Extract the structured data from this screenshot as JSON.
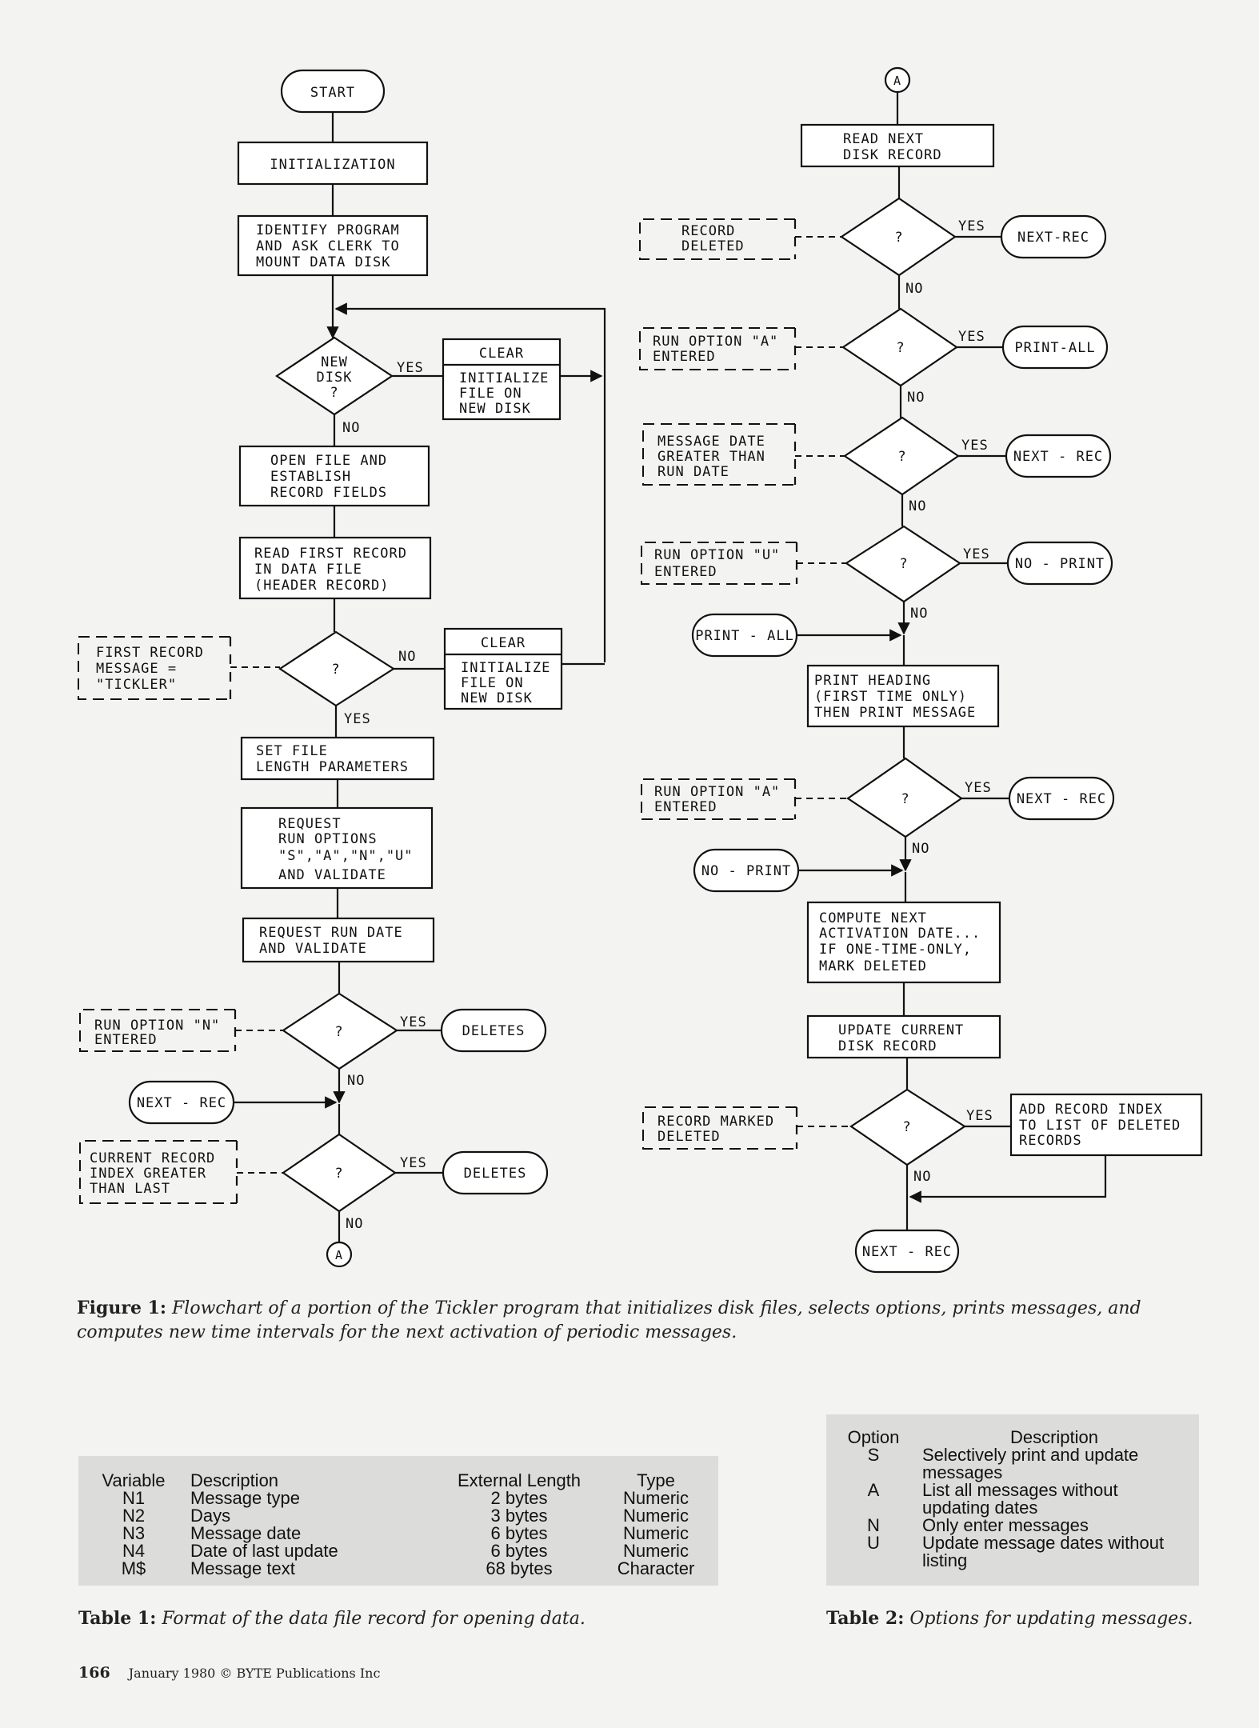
{
  "figure": {
    "left_column": {
      "start": "START",
      "initialization": "INITIALIZATION",
      "identify": [
        "IDENTIFY PROGRAM",
        "AND ASK CLERK TO",
        "MOUNT DATA DISK"
      ],
      "new_disk_decision": [
        "NEW",
        "DISK",
        "?"
      ],
      "clear_box_1": {
        "header": "CLEAR",
        "body": [
          "INITIALIZE",
          "FILE ON",
          "NEW DISK"
        ]
      },
      "open_file": [
        "OPEN FILE AND",
        "ESTABLISH",
        "RECORD FIELDS"
      ],
      "read_first": [
        "READ FIRST RECORD",
        "IN DATA FILE",
        "(HEADER RECORD)"
      ],
      "first_record_note": [
        "FIRST RECORD",
        "MESSAGE =",
        "\"TICKLER\""
      ],
      "clear_box_2": {
        "header": "CLEAR",
        "body": [
          "INITIALIZE",
          "FILE ON",
          "NEW DISK"
        ]
      },
      "set_file": [
        "SET FILE",
        "LENGTH PARAMETERS"
      ],
      "request_options": [
        "REQUEST",
        "RUN OPTIONS",
        "\"S\",\"A\",\"N\",\"U\"",
        "AND VALIDATE"
      ],
      "request_date": [
        "REQUEST RUN DATE",
        "AND VALIDATE"
      ],
      "run_option_n_note": [
        "RUN OPTION \"N\"",
        "ENTERED"
      ],
      "deletes_1": "DELETES",
      "next_rec_in": "NEXT - REC",
      "current_record_note": [
        "CURRENT RECORD",
        "INDEX GREATER",
        "THAN LAST"
      ],
      "deletes_2": "DELETES",
      "connector": "A"
    },
    "right_column": {
      "connector": "A",
      "read_next": [
        "READ NEXT",
        "DISK RECORD"
      ],
      "record_deleted_note": [
        "RECORD",
        "DELETED"
      ],
      "next_rec_1": "NEXT-REC",
      "run_option_a_note_1": [
        "RUN OPTION \"A\"",
        "ENTERED"
      ],
      "print_all_1": "PRINT-ALL",
      "message_date_note": [
        "MESSAGE DATE",
        "GREATER THAN",
        "RUN DATE"
      ],
      "next_rec_2": "NEXT - REC",
      "run_option_u_note": [
        "RUN OPTION \"U\"",
        "ENTERED"
      ],
      "no_print_1": "NO - PRINT",
      "print_all_2": "PRINT - ALL",
      "print_heading": [
        "PRINT HEADING",
        "(FIRST TIME ONLY)",
        "THEN PRINT MESSAGE"
      ],
      "run_option_a_note_2": [
        "RUN OPTION \"A\"",
        "ENTERED"
      ],
      "next_rec_3": "NEXT - REC",
      "no_print_2": "NO - PRINT",
      "compute_next": [
        "COMPUTE NEXT",
        "ACTIVATION DATE...",
        "IF ONE-TIME-ONLY,",
        "MARK DELETED"
      ],
      "update_current": [
        "UPDATE CURRENT",
        "DISK RECORD"
      ],
      "record_marked_note": [
        "RECORD MARKED",
        "DELETED"
      ],
      "add_record": [
        "ADD RECORD INDEX",
        "TO LIST OF DELETED",
        "RECORDS"
      ],
      "next_rec_end": "NEXT - REC"
    },
    "labels": {
      "yes": "YES",
      "no": "NO",
      "question": "?"
    },
    "caption_label": "Figure 1:",
    "caption_text": "Flowchart of a portion of the Tickler program that initializes disk files, selects options, prints messages, and computes new time intervals for the next activation of periodic messages."
  },
  "table1": {
    "headers": [
      "Variable",
      "Description",
      "External Length",
      "Type"
    ],
    "rows": [
      [
        "N1",
        "Message type",
        "2 bytes",
        "Numeric"
      ],
      [
        "N2",
        "Days",
        "3 bytes",
        "Numeric"
      ],
      [
        "N3",
        "Message date",
        "6 bytes",
        "Numeric"
      ],
      [
        "N4",
        "Date of last update",
        "6 bytes",
        "Numeric"
      ],
      [
        "M$",
        "Message text",
        "68 bytes",
        "Character"
      ]
    ],
    "caption_label": "Table 1:",
    "caption_text": "Format of the data file record for opening data."
  },
  "table2": {
    "headers": [
      "Option",
      "Description"
    ],
    "rows": [
      [
        "S",
        "Selectively print and update messages"
      ],
      [
        "A",
        "List all messages without updating dates"
      ],
      [
        "N",
        "Only enter messages"
      ],
      [
        "U",
        "Update message dates without listing"
      ]
    ],
    "caption_label": "Table 2:",
    "caption_text": "Options for updating messages."
  },
  "footer": {
    "page": "166",
    "text": "January 1980 © BYTE Publications Inc"
  }
}
